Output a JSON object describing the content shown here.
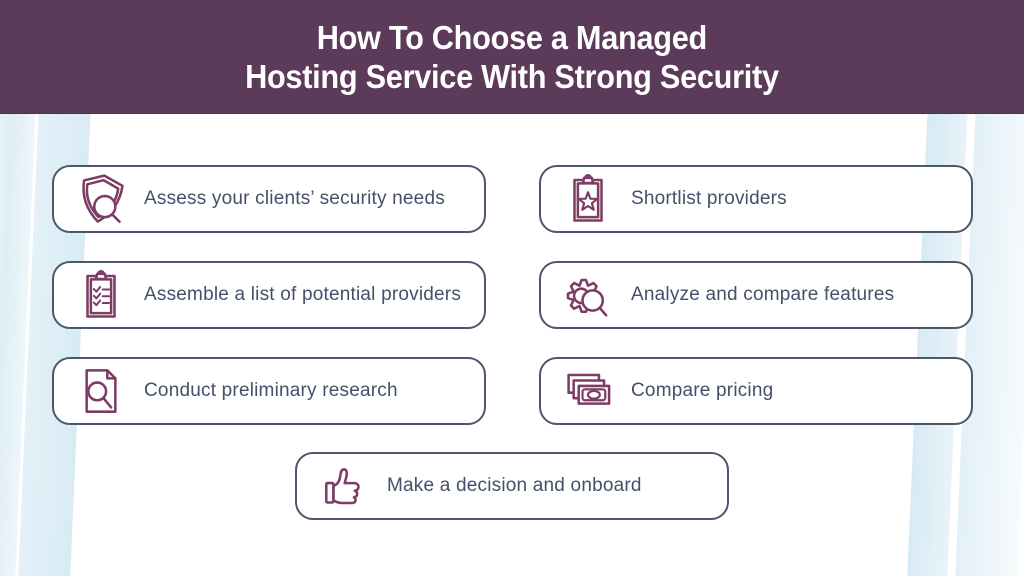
{
  "header": {
    "title_line1": "How To Choose a Managed",
    "title_line2": "Hosting Service With Strong Security"
  },
  "steps": [
    {
      "label": "Assess your clients’ security needs",
      "icon": "shield-magnifier-icon"
    },
    {
      "label": "Shortlist providers",
      "icon": "clipboard-star-icon"
    },
    {
      "label": "Assemble a list of potential providers",
      "icon": "clipboard-checklist-icon"
    },
    {
      "label": "Analyze and compare features",
      "icon": "gear-magnifier-icon"
    },
    {
      "label": "Conduct preliminary research",
      "icon": "document-magnifier-icon"
    },
    {
      "label": "Compare pricing",
      "icon": "banknotes-icon"
    },
    {
      "label": "Make a decision and onboard",
      "icon": "thumbs-up-icon"
    }
  ],
  "colors": {
    "page_bg": "#ffffff",
    "header_bg": "#5c3a59",
    "header_text": "#ffffff",
    "card_bg": "#ffffff",
    "card_border": "#4d576b",
    "label_text": "#44506a",
    "icon_stroke": "#7d3c63",
    "stripe_blue": "#d8ebf4"
  }
}
